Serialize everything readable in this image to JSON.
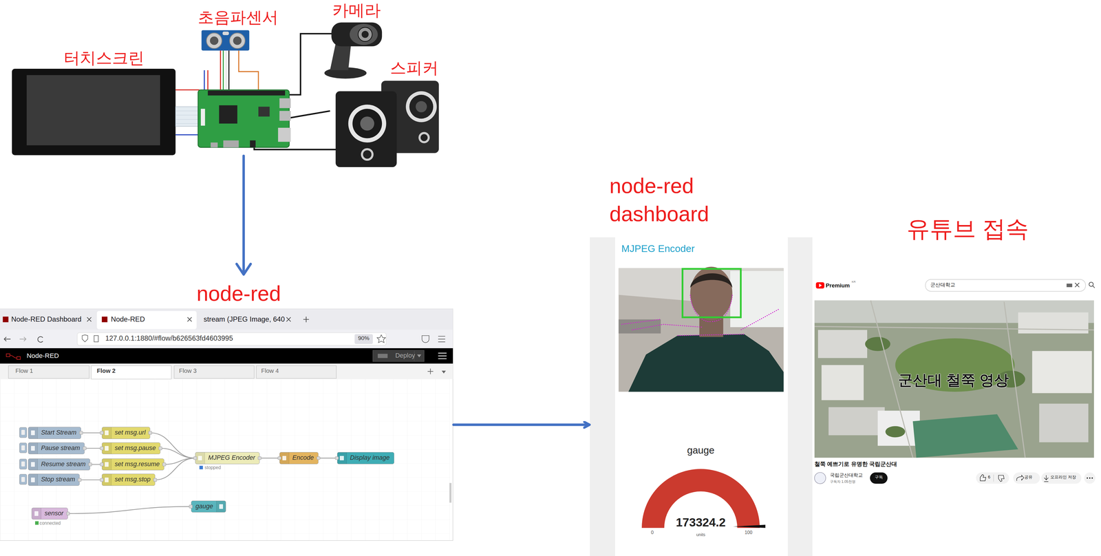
{
  "diagram": {
    "nodes": [
      {
        "text": [
          "node-red",
          "Node-RED Dashboard",
          "Node-RED",
          "stream (JPEG Image, 640",
          "127.0.0.1:1880/#flow/b626563fd4603995",
          "90%",
          "Node-RED",
          "Deploy",
          "Flow 1",
          "Flow 2",
          "Flow 3",
          "Flow 4"
        ]
      },
      {
        "text": [
          "Start Stream"
        ],
        "in": 0
      },
      {
        "text": [
          "set msg.url"
        ],
        "in": 0
      },
      {
        "text": [
          "Pause stream"
        ],
        "in": 0
      },
      {
        "text": [
          "set msg.pause"
        ],
        "in": 0
      },
      {
        "text": [
          "Resume stream"
        ],
        "in": 0
      },
      {
        "text": [
          "set msg.resume"
        ],
        "in": 0
      },
      {
        "text": [
          "Stop stream"
        ],
        "in": 0
      },
      {
        "text": [
          "set msg.stop"
        ],
        "in": 0
      },
      {
        "text": [
          "MJPEG Encoder",
          "stopped"
        ],
        "in": 0
      },
      {
        "text": [
          "Encode"
        ],
        "in": 0
      },
      {
        "text": [
          "Display image"
        ],
        "in": 0
      },
      {
        "text": [
          "sensor",
          "connected"
        ],
        "in": 0
      },
      {
        "text": [
          "gauge"
        ],
        "in": 0
      },
      {
        "text": [
          "node-red dashboard",
          "MJPEG Encoder",
          "gauge",
          "173324.2",
          "units",
          "0",
          "100"
        ]
      },
      {
        "text": [
          "유튜브 접속",
          "Premium",
          "KR",
          "군산대학교",
          "군산대 철쭉 영상",
          "철쭉 예쁘기로 유명한 국립군산대",
          "국립군산대학교",
          "구독자 1.05천명",
          "구독",
          "6",
          "공유",
          "오프라인 저장"
        ]
      }
    ],
    "edges": [
      {
        "from": 1,
        "to": 2,
        "arrow": "none"
      },
      {
        "from": 3,
        "to": 4,
        "arrow": "none"
      },
      {
        "from": 5,
        "to": 6,
        "arrow": "none"
      },
      {
        "from": 7,
        "to": 8,
        "arrow": "none"
      },
      {
        "from": 2,
        "to": 9,
        "arrow": "none"
      },
      {
        "from": 4,
        "to": 9,
        "arrow": "none"
      },
      {
        "from": 6,
        "to": 9,
        "arrow": "none"
      },
      {
        "from": 8,
        "to": 9,
        "arrow": "none"
      },
      {
        "from": 9,
        "to": 10,
        "arrow": "none"
      },
      {
        "from": 10,
        "to": 11,
        "arrow": "none"
      },
      {
        "from": 12,
        "to": 13,
        "arrow": "none"
      },
      {
        "from": 0,
        "to": 14,
        "arrow": "to"
      }
    ],
    "labels": [
      "터치스크린",
      "초음파센서",
      "카메라",
      "스피커"
    ]
  }
}
